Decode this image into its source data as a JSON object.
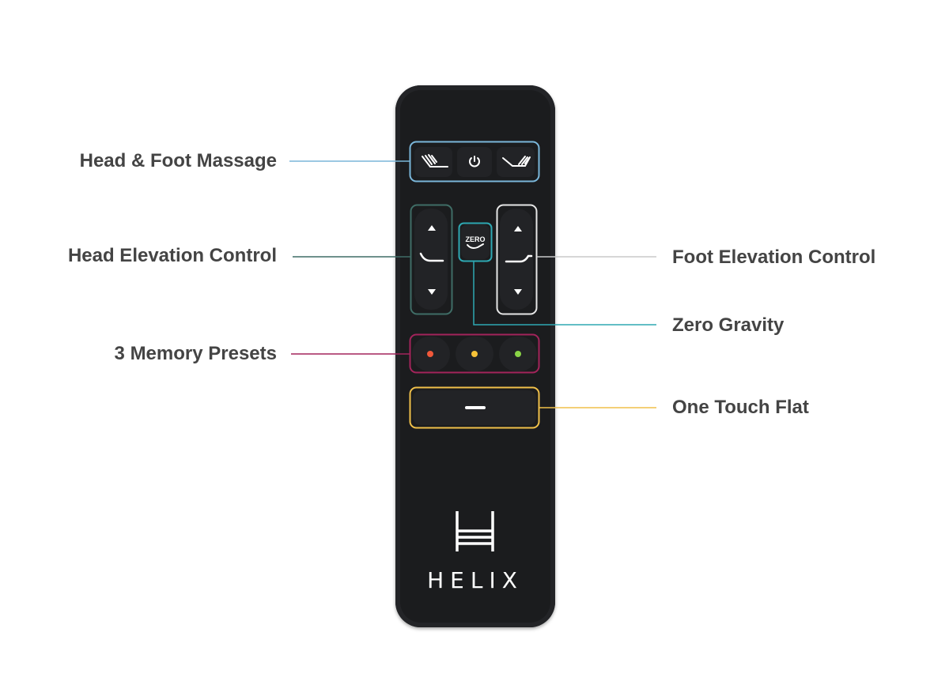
{
  "callouts": {
    "massage": {
      "label": "Head & Foot Massage",
      "color": "#7ab6d9"
    },
    "head_elevation": {
      "label": "Head Elevation Control",
      "color": "#3f6d66"
    },
    "foot_elevation": {
      "label": "Foot Elevation Control",
      "color": "#c8c8c8"
    },
    "zero_gravity": {
      "label": "Zero Gravity",
      "color": "#2ea8b2"
    },
    "memory_presets": {
      "label": "3 Memory Presets",
      "color": "#a3245b"
    },
    "one_touch_flat": {
      "label": "One Touch Flat",
      "color": "#f0c04a"
    }
  },
  "remote": {
    "zero_button_text": "ZERO",
    "brand": "HELIX",
    "preset_colors": [
      "#f0583a",
      "#f6c238",
      "#8ad446"
    ]
  }
}
